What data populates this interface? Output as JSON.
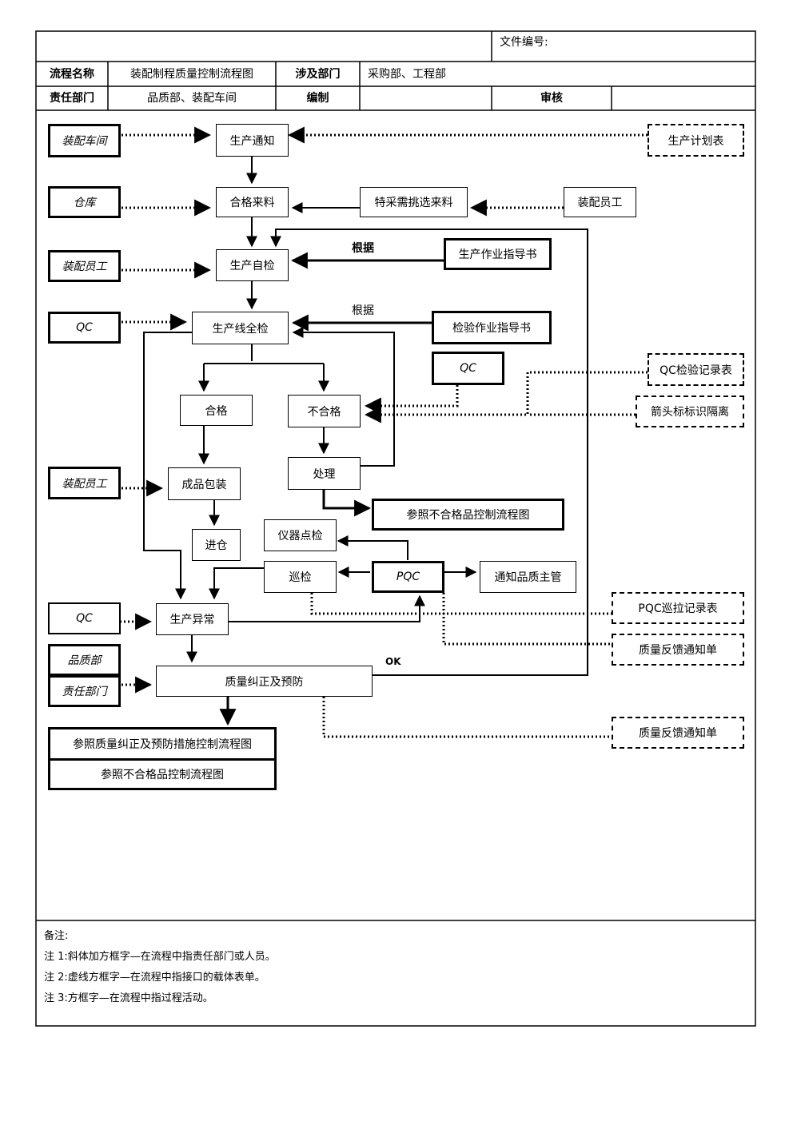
{
  "header": {
    "doc_no_label": "文件编号:",
    "process_name_label": "流程名称",
    "process_name": "装配制程质量控制流程图",
    "involved_label": "涉及部门",
    "involved": "采购部、工程部",
    "resp_label": "责任部门",
    "resp": "品质部、装配车间",
    "edit_label": "编制",
    "review_label": "审核"
  },
  "roles": {
    "assembly_workshop": "装配车间",
    "warehouse": "仓库",
    "assembly_worker_1": "装配员工",
    "qc_1": "QC",
    "qc_2": "QC",
    "assembly_worker_2": "装配员工",
    "qc_3": "QC",
    "quality_dept": "品质部",
    "resp_dept": "责任部门"
  },
  "steps": {
    "production_notice": "生产通知",
    "qualified_material": "合格来料",
    "special_picking": "特采需挑选来料",
    "assembly_worker_right": "装配员工",
    "self_check": "生产自检",
    "work_instruction": "生产作业指导书",
    "line_full_check": "生产线全检",
    "inspection_instruction": "检验作业指导书",
    "pass": "合格",
    "fail": "不合格",
    "handle": "处理",
    "ref_nonconform_1": "参照不合格品控制流程图",
    "packing": "成品包装",
    "warehousing": "进仓",
    "instrument_check": "仪器点检",
    "patrol": "巡检",
    "pqc": "PQC",
    "notify_supervisor": "通知品质主管",
    "abnormal": "生产异常",
    "correction": "质量纠正及预防",
    "ref_correction": "参照质量纠正及预防措施控制流程图",
    "ref_nonconform_2": "参照不合格品控制流程图"
  },
  "forms": {
    "production_plan": "生产计划表",
    "qc_record": "QC检验记录表",
    "arrow_tag": "箭头标标识隔离",
    "pqc_record": "PQC巡拉记录表",
    "feedback_1": "质量反馈通知单",
    "feedback_2": "质量反馈通知单"
  },
  "labels": {
    "basis_1": "根据",
    "basis_2": "根据",
    "ok": "OK"
  },
  "notes": {
    "title": "备注:",
    "n1": "注 1:斜体加方框字—在流程中指责任部门或人员。",
    "n2": "注 2:虚线方框字—在流程中指接口的载体表单。",
    "n3": "注 3:方框字—在流程中指过程活动。"
  }
}
